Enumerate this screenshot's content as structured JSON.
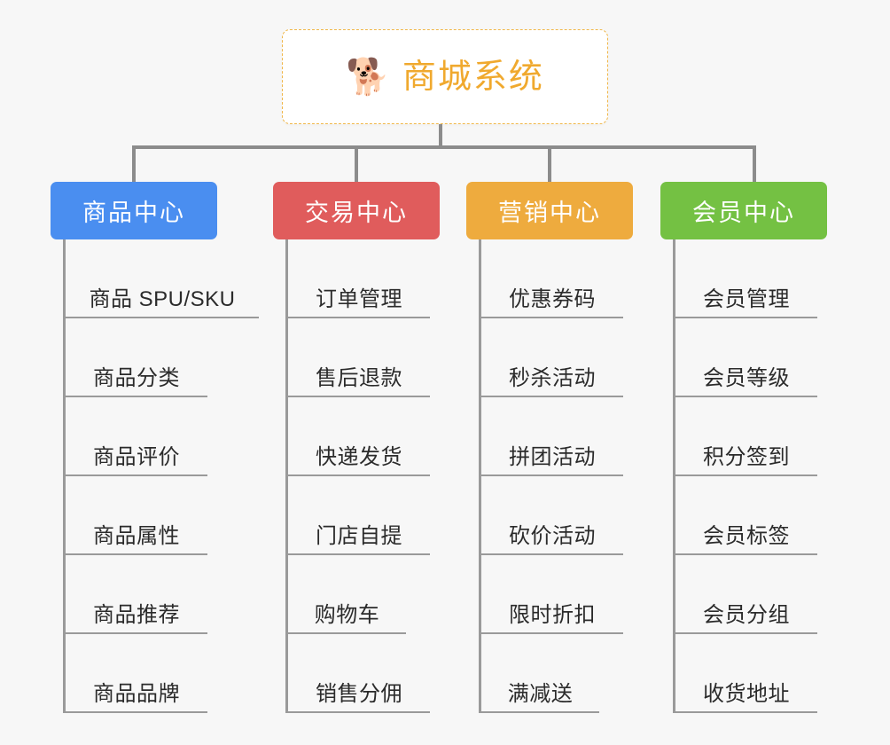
{
  "background_color": "#f7f7f7",
  "root": {
    "icon": "shiba-dog-face-icon",
    "icon_glyph": "🐕",
    "title": "商城系统",
    "text_color": "#f0a92e",
    "border_color": "#f0b74a",
    "background_color": "#ffffff"
  },
  "connector_color": "#8c8c8c",
  "columns": [
    {
      "title": "商品中心",
      "color": "#4a8ef0",
      "items": [
        "商品 SPU/SKU",
        "商品分类",
        "商品评价",
        "商品属性",
        "商品推荐",
        "商品品牌"
      ]
    },
    {
      "title": "交易中心",
      "color": "#e05c5c",
      "items": [
        "订单管理",
        "售后退款",
        "快递发货",
        "门店自提",
        "购物车",
        "销售分佣"
      ]
    },
    {
      "title": "营销中心",
      "color": "#eeab3e",
      "items": [
        "优惠券码",
        "秒杀活动",
        "拼团活动",
        "砍价活动",
        "限时折扣",
        "满减送"
      ]
    },
    {
      "title": "会员中心",
      "color": "#74c143",
      "items": [
        "会员管理",
        "会员等级",
        "积分签到",
        "会员标签",
        "会员分组",
        "收货地址"
      ]
    }
  ]
}
